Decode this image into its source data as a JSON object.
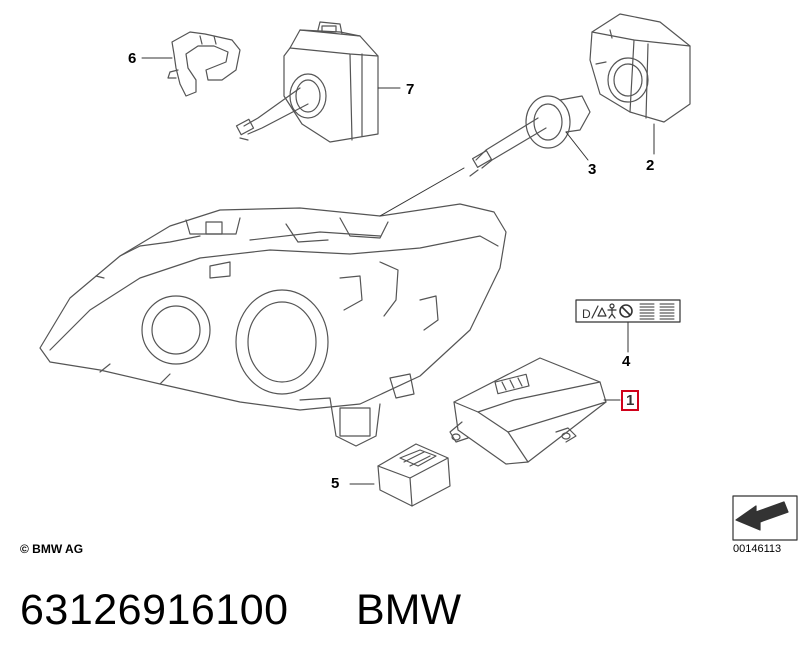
{
  "callouts": {
    "c1": "1",
    "c2": "2",
    "c3": "3",
    "c4": "4",
    "c5": "5",
    "c6": "6",
    "c7": "7"
  },
  "copyright": "© BMW AG",
  "reference_number": "00146113",
  "part_number": "63126916100",
  "brand": "BMW",
  "colors": {
    "line": "#555555",
    "highlight": "#d0021b",
    "text": "#000000"
  },
  "icons": [
    "warning-label-icon",
    "direction-arrow-icon"
  ]
}
